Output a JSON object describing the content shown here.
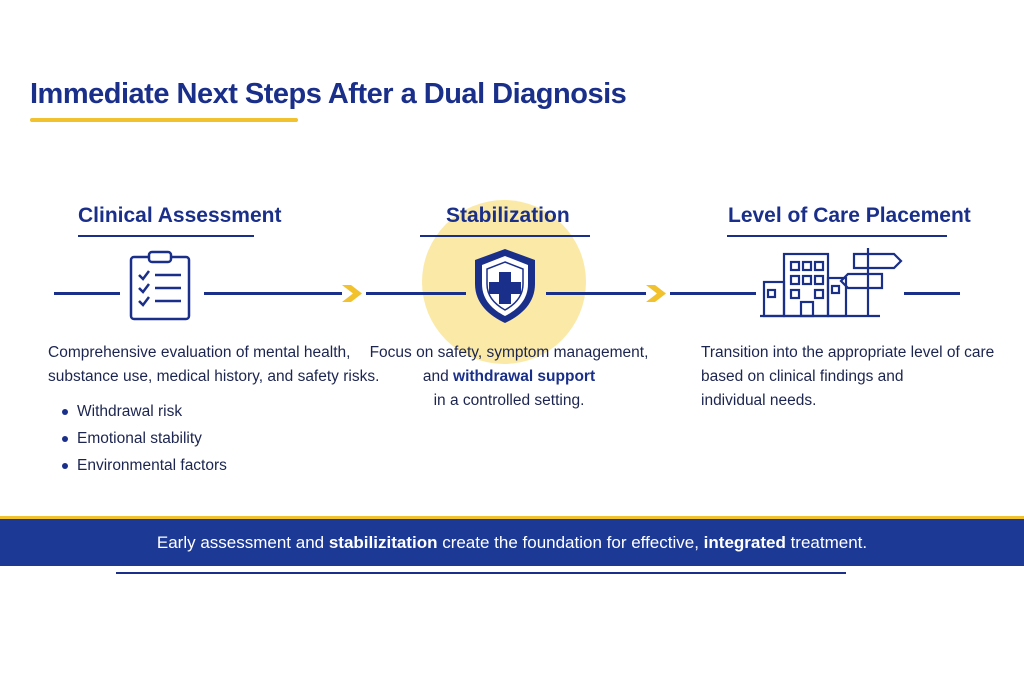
{
  "title": "Immediate Next Steps After a Dual Diagnosis",
  "steps": [
    {
      "heading": "Clinical Assessment",
      "icon": "clipboard-checklist-icon",
      "description_lines": [
        "Comprehensive evaluation of mental health,",
        "substance use, medical history, and safety risks."
      ],
      "bullets": [
        "Withdrawal risk",
        "Emotional stability",
        "Environmental factors"
      ]
    },
    {
      "heading": "Stabilization",
      "icon": "medical-shield-icon",
      "description": {
        "line1": "Focus on safety, symptom management,",
        "line2_prefix": "and ",
        "line2_bold": "withdrawal support",
        "line3": "in a controlled setting."
      }
    },
    {
      "heading": "Level of Care Placement",
      "icon": "building-signpost-icon",
      "description_lines": [
        "Transition into the appropriate level of care",
        "based on clinical findings and",
        "individual needs."
      ]
    }
  ],
  "banner": {
    "part1": "Early assessment and ",
    "bold1": "stabilizitation",
    "part2": " create the foundation for effective, ",
    "bold2": "integrated",
    "part3": " treatment."
  },
  "colors": {
    "navy": "#1a2f8a",
    "gold": "#f2c12e",
    "glow": "#fbe9a7",
    "banner": "#1d3996"
  }
}
